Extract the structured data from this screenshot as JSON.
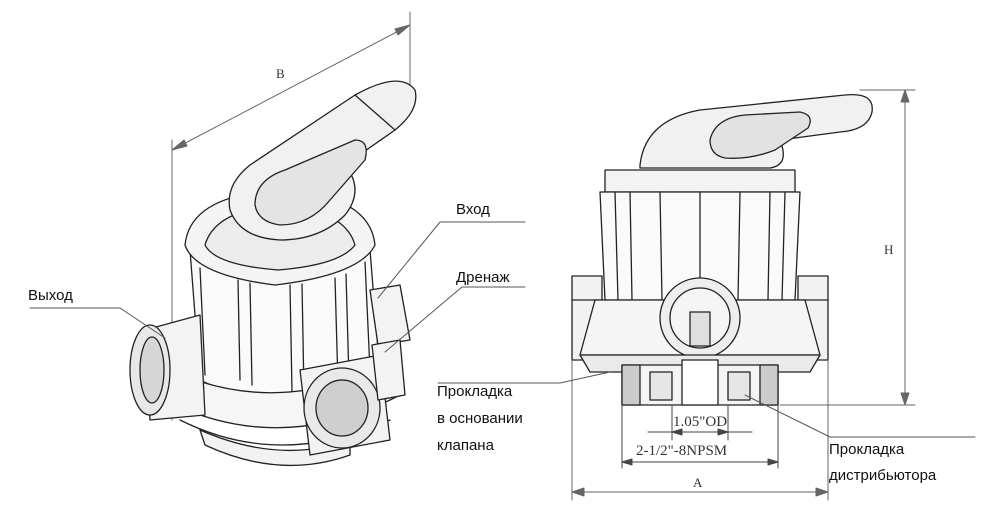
{
  "labels": {
    "outlet": "Выход",
    "inlet": "Вход",
    "drain": "Дренаж",
    "base_gasket": [
      "Прокладка",
      "в основании",
      "клапана"
    ],
    "distributor_gasket": [
      "Прокладка",
      "дистрибьютора"
    ]
  },
  "dimensions": {
    "b": "B",
    "h": "H",
    "a": "A",
    "od": "1.05\"OD",
    "thread": "2-1/2\"-8NPSM"
  },
  "colors": {
    "line": "#222222",
    "leader": "#555555",
    "dim": "#666666"
  }
}
